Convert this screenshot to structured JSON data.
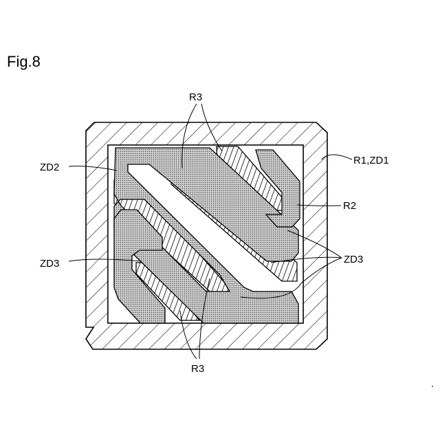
{
  "figure": {
    "label": "Fig.8"
  },
  "labels": {
    "r3_top": "R3",
    "r1_zd1": "R1,ZD1",
    "zd2": "ZD2",
    "r2": "R2",
    "zd3_left": "ZD3",
    "zd3_right": "ZD3",
    "r3_bottom": "R3"
  },
  "colors": {
    "line": "#000000",
    "stipple_bg": "#d4d4d4",
    "background": "#ffffff"
  }
}
